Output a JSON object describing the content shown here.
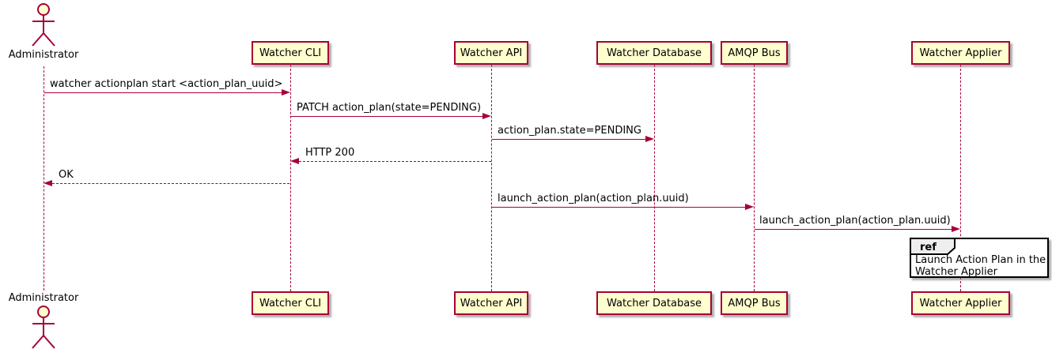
{
  "diagram_type": "plantuml-sequence",
  "colors": {
    "accent": "#A80036",
    "participant_fill": "#FEFECE",
    "ref_header_fill": "#EEEEEE",
    "text": "#000000",
    "background": "#FFFFFF"
  },
  "actor": {
    "name": "Administrator"
  },
  "participants": [
    {
      "label": "Watcher CLI"
    },
    {
      "label": "Watcher API"
    },
    {
      "label": "Watcher Database"
    },
    {
      "label": "AMQP Bus"
    },
    {
      "label": "Watcher Applier"
    }
  ],
  "messages": [
    {
      "from": "Administrator",
      "to": "Watcher CLI",
      "label": "watcher actionplan start <action_plan_uuid>",
      "line": "solid"
    },
    {
      "from": "Watcher CLI",
      "to": "Watcher API",
      "label": "PATCH action_plan(state=PENDING)",
      "line": "solid"
    },
    {
      "from": "Watcher API",
      "to": "Watcher Database",
      "label": "action_plan.state=PENDING",
      "line": "solid"
    },
    {
      "from": "Watcher API",
      "to": "Watcher CLI",
      "label": "HTTP 200",
      "line": "dashed"
    },
    {
      "from": "Watcher CLI",
      "to": "Administrator",
      "label": "OK",
      "line": "dashed"
    },
    {
      "from": "Watcher API",
      "to": "AMQP Bus",
      "label": "launch_action_plan(action_plan.uuid)",
      "line": "solid"
    },
    {
      "from": "AMQP Bus",
      "to": "Watcher Applier",
      "label": "launch_action_plan(action_plan.uuid)",
      "line": "solid"
    }
  ],
  "ref": {
    "keyword": "ref",
    "over": "Watcher Applier",
    "lines": [
      "Launch Action Plan in the",
      "Watcher Applier"
    ]
  }
}
